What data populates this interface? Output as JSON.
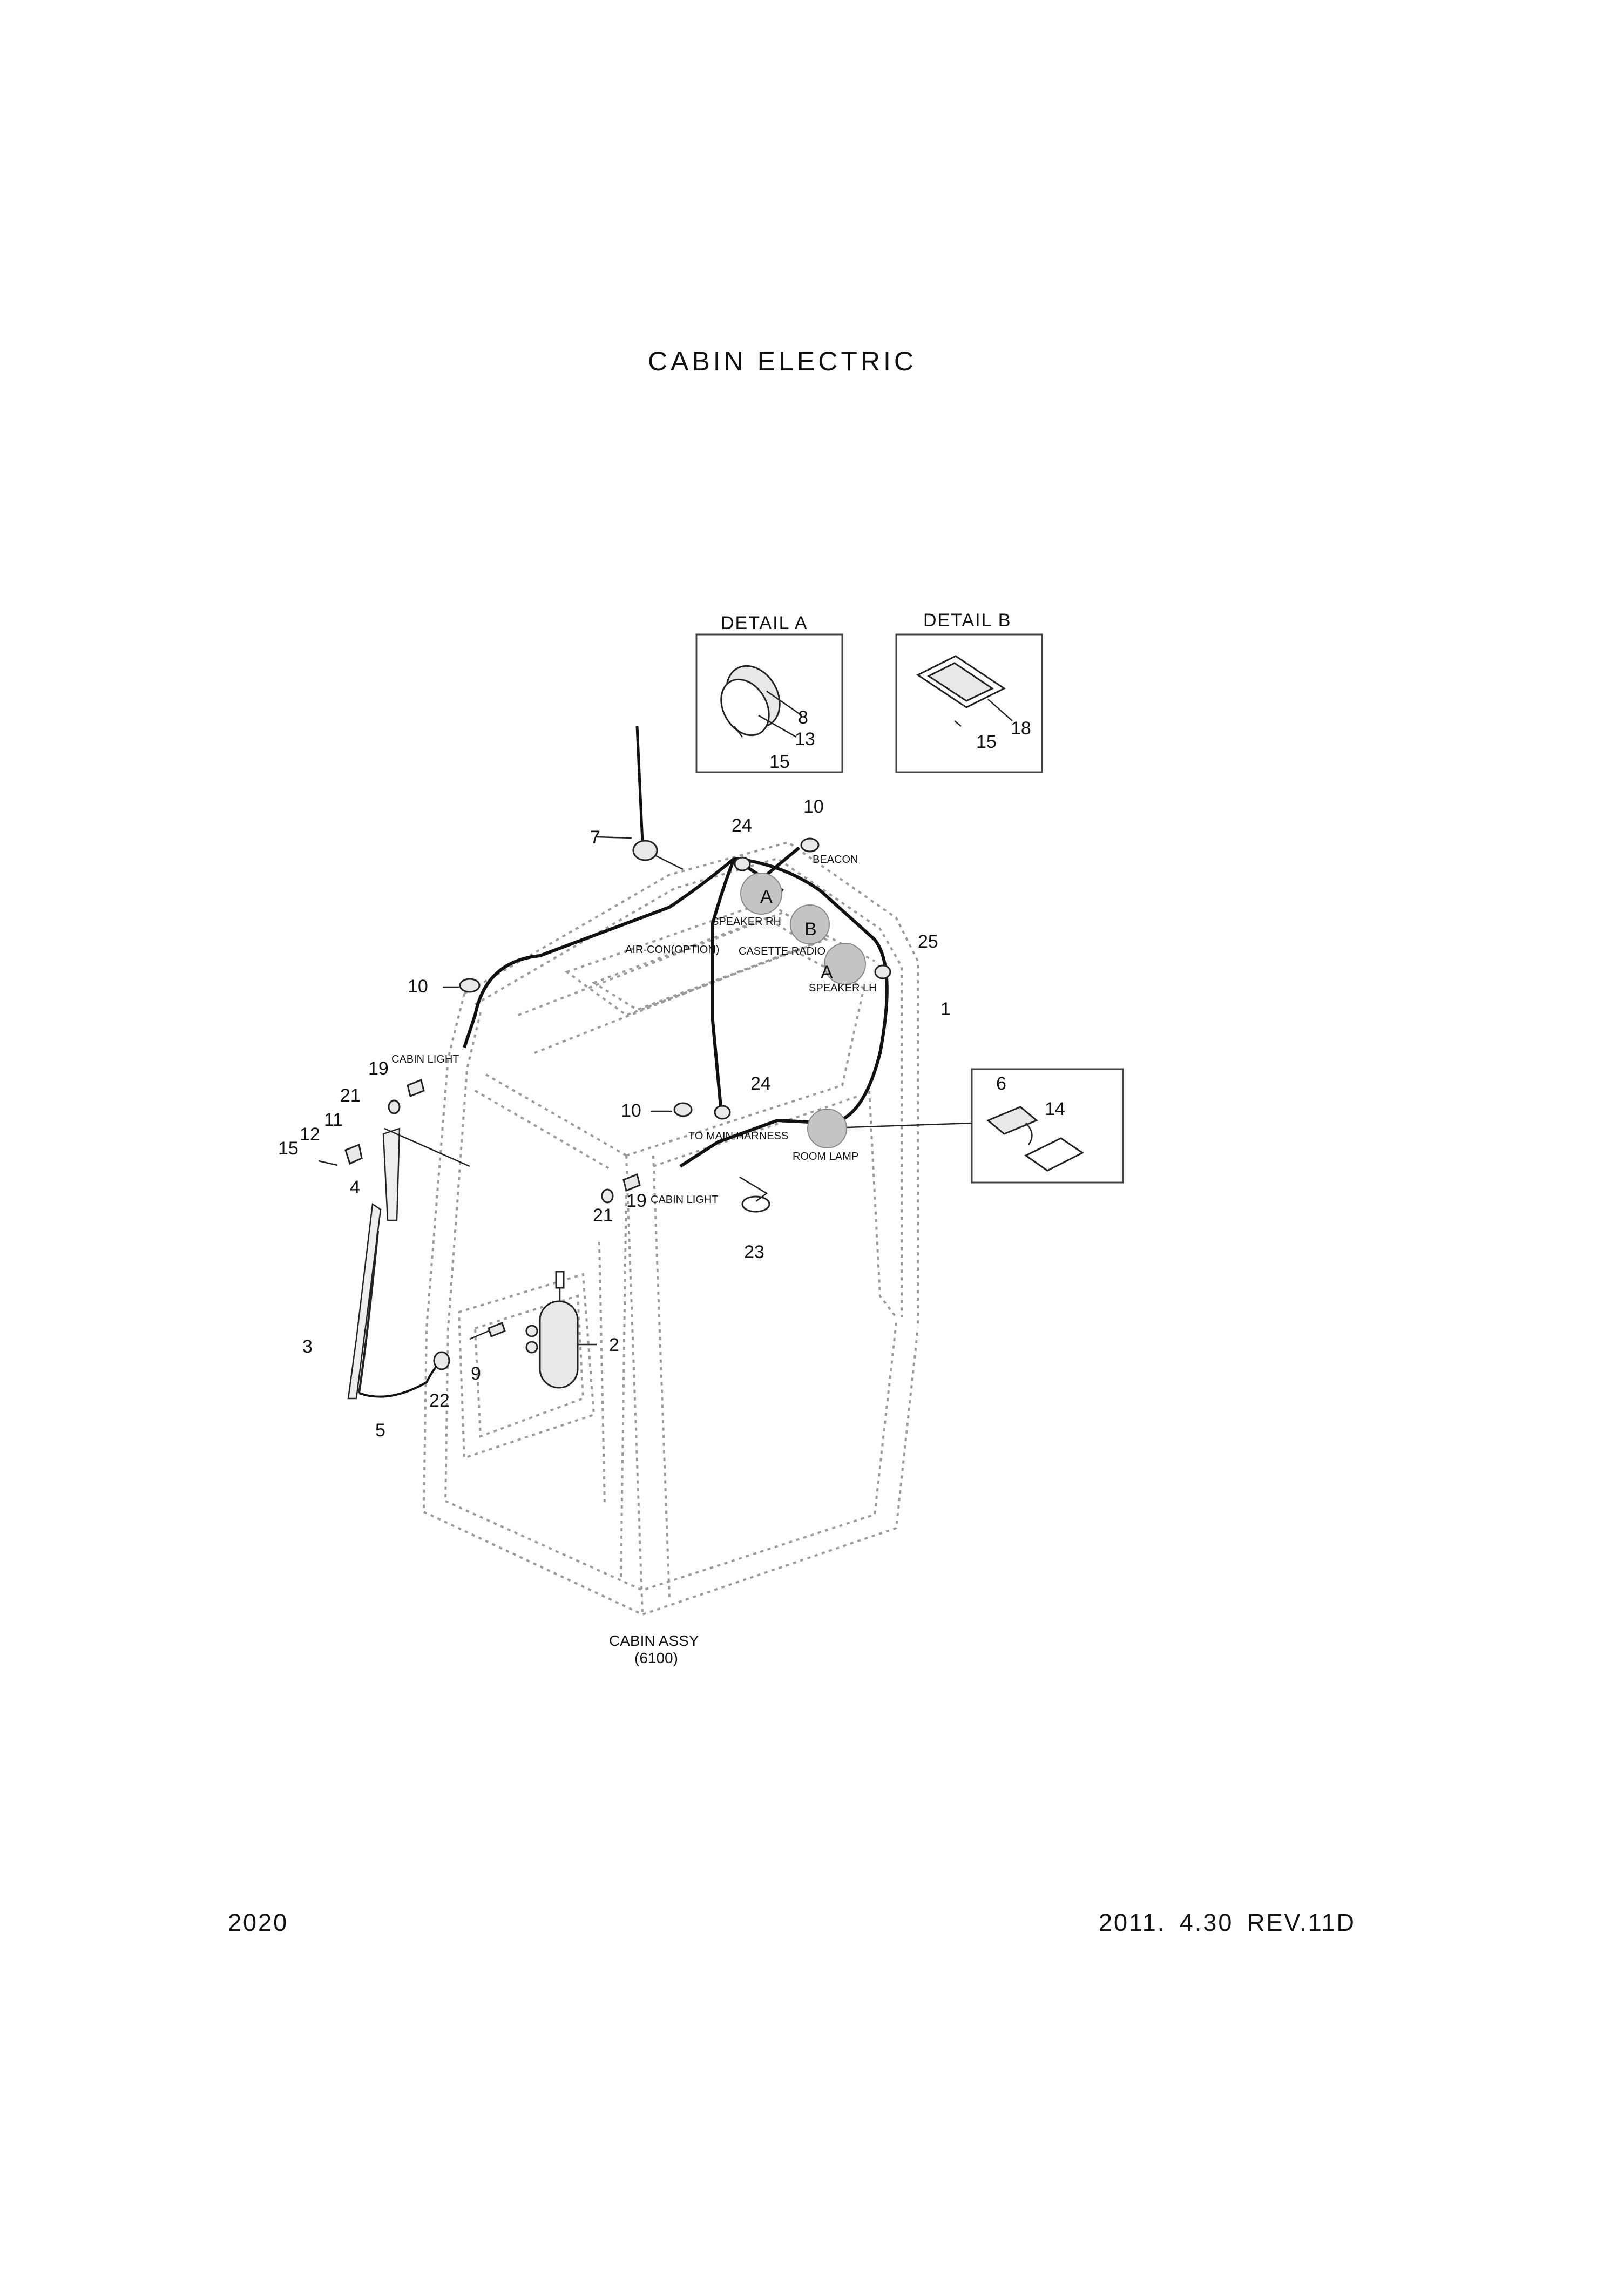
{
  "title": "CABIN ELECTRIC",
  "footer": {
    "page_number": "2020",
    "date_revision": "2011. 4.30  REV.11D"
  },
  "details": {
    "a": "DETAIL A",
    "b": "DETAIL B"
  },
  "labels": {
    "beacon": "BEACON",
    "speaker_rh": "SPEAKER RH",
    "air_con": "AIR-CON(OPTION)",
    "casette_radio": "CASETTE RADIO",
    "speaker_lh": "SPEAKER LH",
    "cabin_light": "CABIN LIGHT",
    "to_main_harness": "TO MAIN HARNESS",
    "room_lamp": "ROOM LAMP",
    "cabin_assy": "CABIN ASSY",
    "cabin_assy_ref": "(6100)"
  },
  "callouts": {
    "ref_a": "A",
    "ref_b": "B",
    "p1": "1",
    "p2": "2",
    "p3": "3",
    "p4": "4",
    "p5": "5",
    "p6": "6",
    "p7": "7",
    "p8": "8",
    "p9": "9",
    "p10": "10",
    "p11": "11",
    "p12": "12",
    "p13": "13",
    "p14": "14",
    "p15": "15",
    "p18": "18",
    "p19": "19",
    "p21": "21",
    "p22": "22",
    "p23": "23",
    "p24": "24",
    "p25": "25"
  }
}
